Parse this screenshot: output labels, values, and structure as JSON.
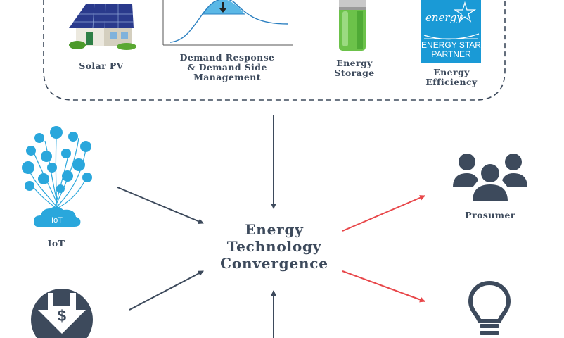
{
  "title_lines": [
    "Energy",
    "Technology",
    "Convergence"
  ],
  "top_items": {
    "solar": "Solar PV",
    "demand": [
      "Demand Response",
      "& Demand Side",
      "Management"
    ],
    "storage": [
      "Energy",
      "Storage"
    ],
    "efficiency": [
      "Energy",
      "Efficiency"
    ],
    "energy_star_lines": [
      "ENERGY STAR",
      "PARTNER"
    ],
    "energy_star_script": "energy"
  },
  "iot": {
    "label": "IoT",
    "cloud_text": "IoT"
  },
  "prosumer": {
    "label": "Prosumer"
  },
  "dollar_symbol": "$",
  "colors": {
    "dark": "#3d4a5c",
    "red_arrow": "#e8474a",
    "energy_star_blue": "#1a9ad6",
    "iot_blue": "#2aa7dc"
  }
}
